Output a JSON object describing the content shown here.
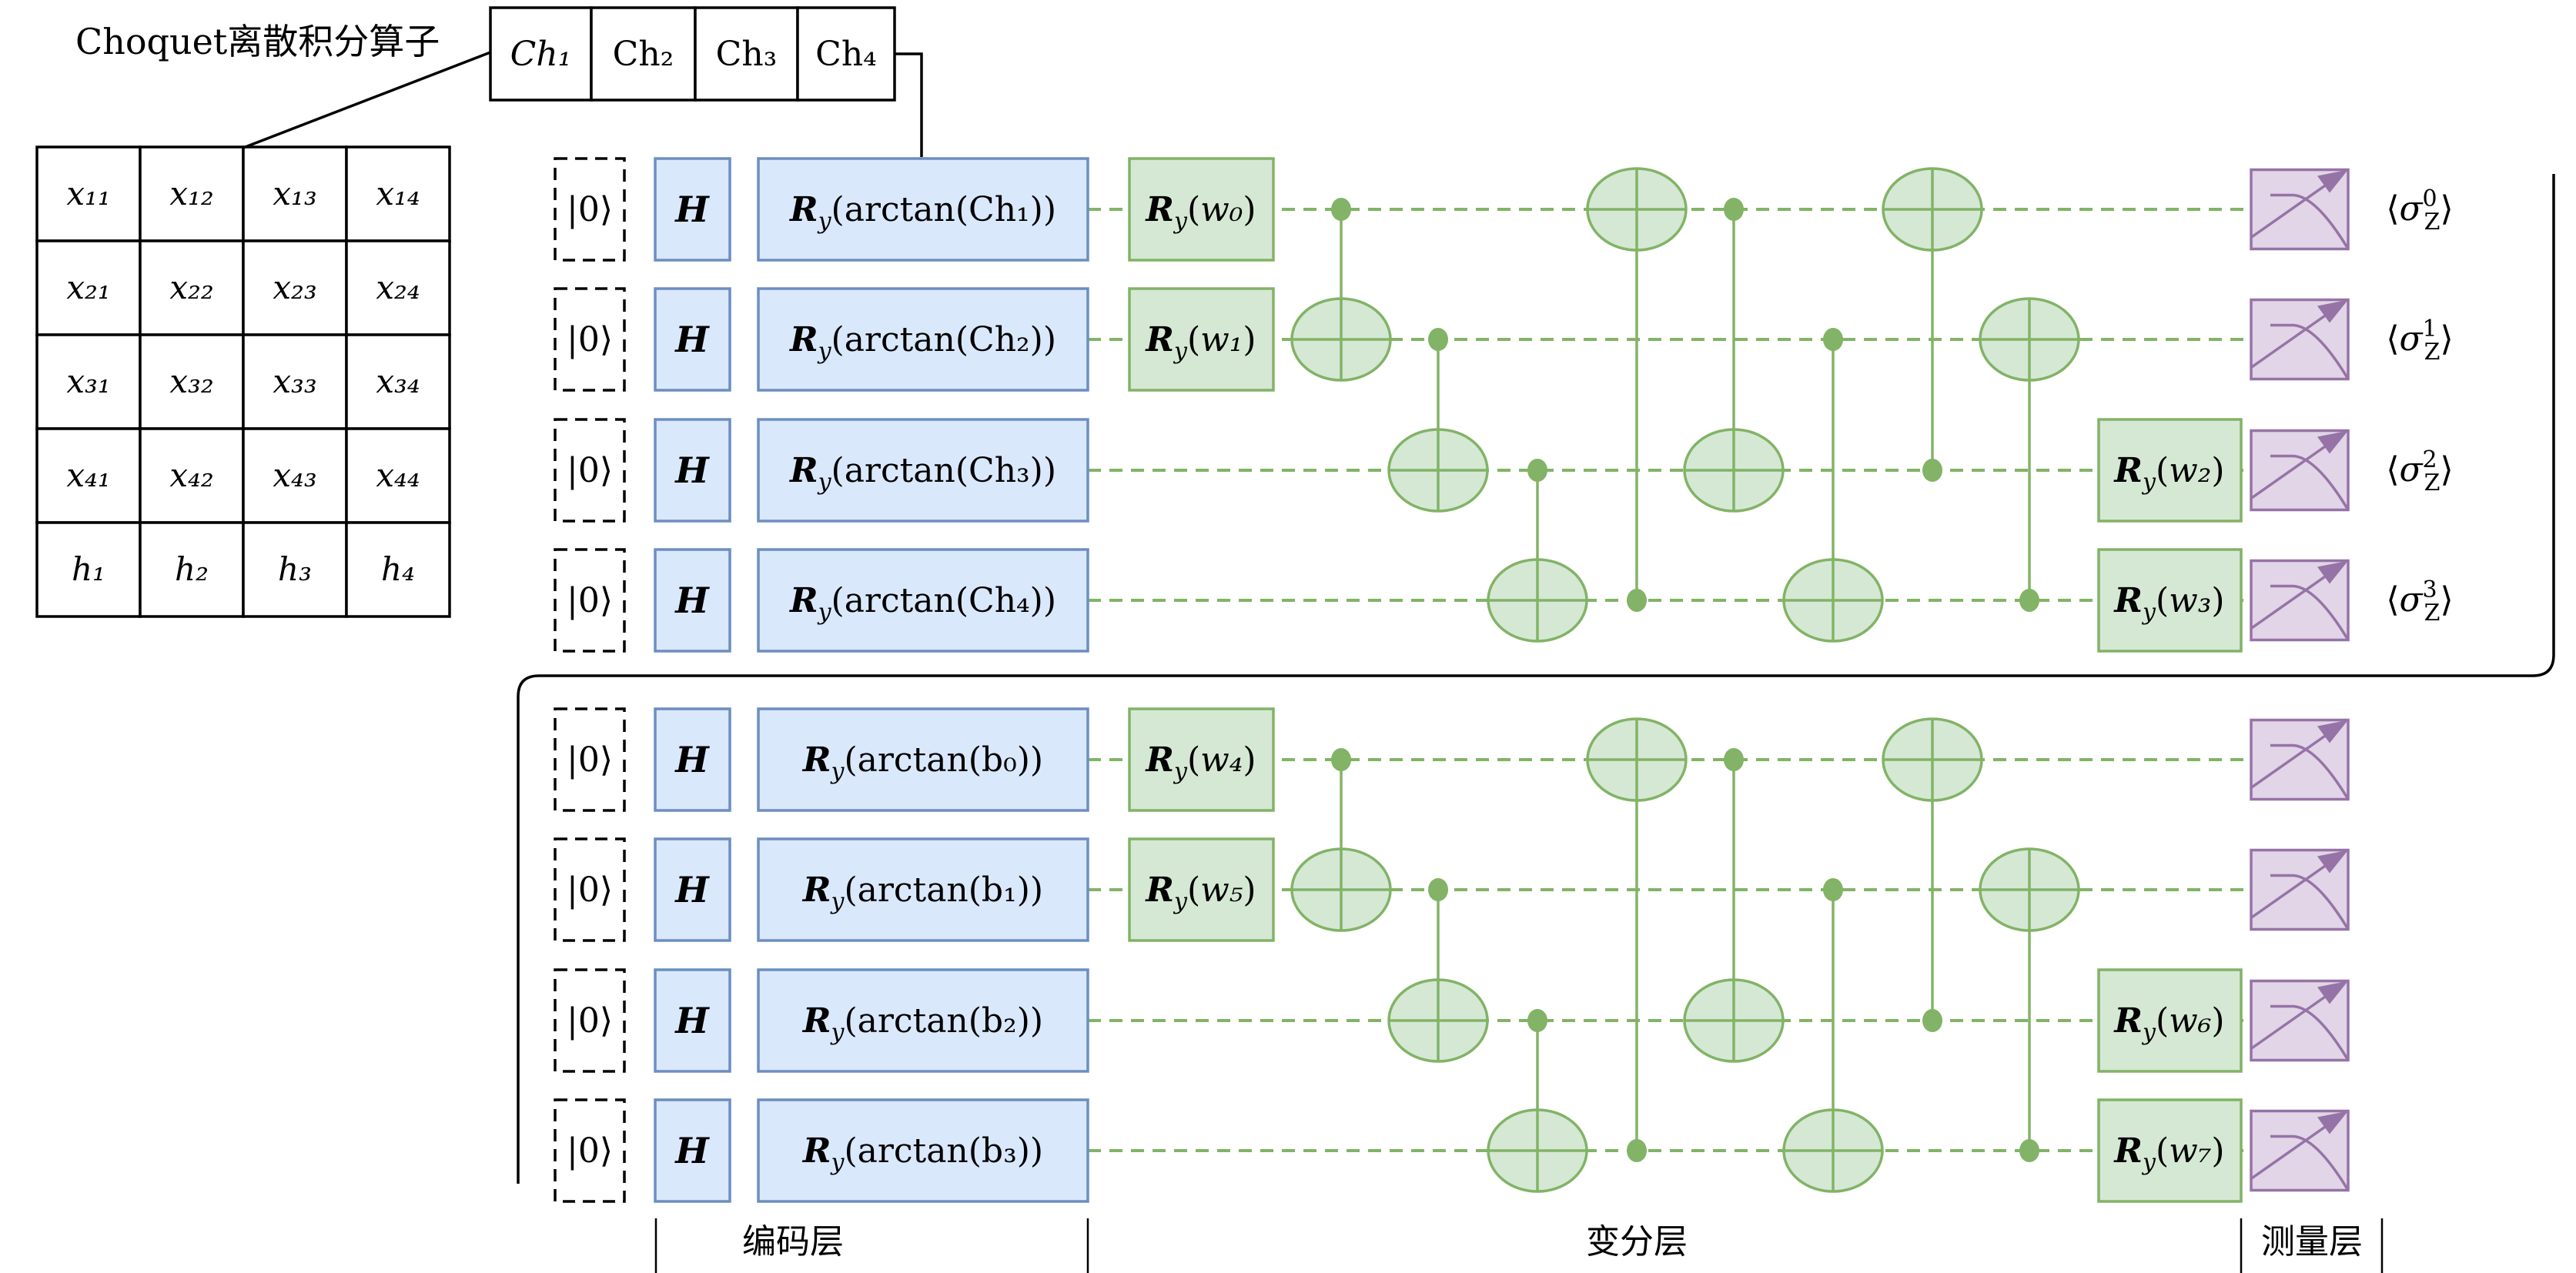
{
  "title": "Choquet离散积分算子",
  "channels": [
    "Ch₁",
    "Ch₂",
    "Ch₃",
    "Ch₄"
  ],
  "matrix": [
    [
      "x₁₁",
      "x₁₂",
      "x₁₃",
      "x₁₄"
    ],
    [
      "x₂₁",
      "x₂₂",
      "x₂₃",
      "x₂₄"
    ],
    [
      "x₃₁",
      "x₃₂",
      "x₃₃",
      "x₃₄"
    ],
    [
      "x₄₁",
      "x₄₂",
      "x₄₃",
      "x₄₄"
    ],
    [
      "h₁",
      "h₂",
      "h₃",
      "h₄"
    ]
  ],
  "blocks": [
    {
      "qubits": [
        {
          "init": "|0⟩",
          "h": "H",
          "encode_arg": "arctan(Ch₁))",
          "ry_pre": "w₀",
          "ry_post": null,
          "measure_label": "⟨σ⁰_Z⟩",
          "sigma_sup": "0"
        },
        {
          "init": "|0⟩",
          "h": "H",
          "encode_arg": "arctan(Ch₂))",
          "ry_pre": "w₁",
          "ry_post": null,
          "measure_label": "⟨σ¹_Z⟩",
          "sigma_sup": "1"
        },
        {
          "init": "|0⟩",
          "h": "H",
          "encode_arg": "arctan(Ch₃))",
          "ry_pre": null,
          "ry_post": "w₂",
          "measure_label": "⟨σ²_Z⟩",
          "sigma_sup": "2"
        },
        {
          "init": "|0⟩",
          "h": "H",
          "encode_arg": "arctan(Ch₄))",
          "ry_pre": null,
          "ry_post": "w₃",
          "measure_label": "⟨σ³_Z⟩",
          "sigma_sup": "3"
        }
      ]
    },
    {
      "qubits": [
        {
          "init": "|0⟩",
          "h": "H",
          "encode_arg": "arctan(b₀))",
          "ry_pre": "w₄",
          "ry_post": null
        },
        {
          "init": "|0⟩",
          "h": "H",
          "encode_arg": "arctan(b₁))",
          "ry_pre": "w₅",
          "ry_post": null
        },
        {
          "init": "|0⟩",
          "h": "H",
          "encode_arg": "arctan(b₂))",
          "ry_pre": null,
          "ry_post": "w₆"
        },
        {
          "init": "|0⟩",
          "h": "H",
          "encode_arg": "arctan(b₃))",
          "ry_pre": null,
          "ry_post": "w₇"
        }
      ]
    }
  ],
  "cnots": [
    {
      "control": 0,
      "target": 1
    },
    {
      "control": 1,
      "target": 2
    },
    {
      "control": 2,
      "target": 3
    },
    {
      "control": 3,
      "target": 0
    },
    {
      "control": 0,
      "target": 2
    },
    {
      "control": 1,
      "target": 3
    },
    {
      "control": 2,
      "target": 0
    },
    {
      "control": 3,
      "target": 1
    }
  ],
  "gate_symbols": {
    "ry_main": "R",
    "ry_sub": "y",
    "sigma": "σ",
    "sigma_sub": "Z"
  },
  "layers": [
    "编码层",
    "变分层",
    "测量层"
  ],
  "colors": {
    "encoding_fill": "#dae8fc",
    "encoding_stroke": "#6c8ebf",
    "variational_fill": "#d5e8d4",
    "variational_stroke": "#82b366",
    "measure_fill": "#e1d5e7",
    "measure_stroke": "#9673a6"
  }
}
